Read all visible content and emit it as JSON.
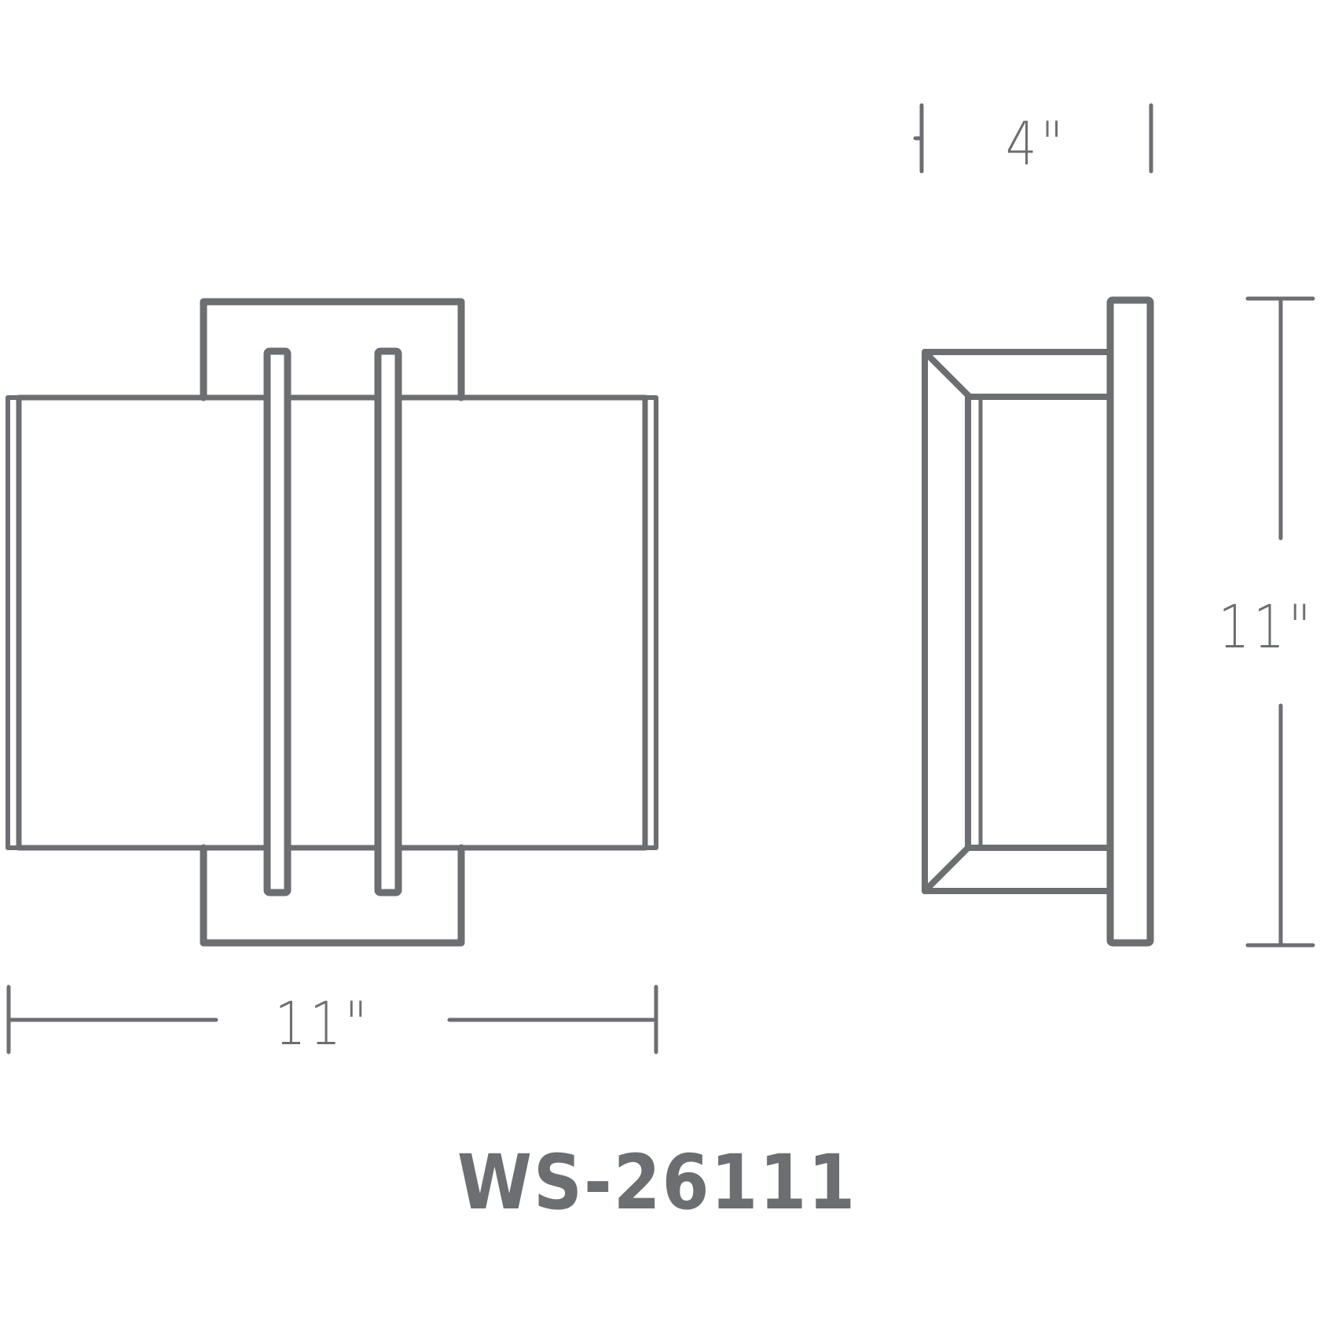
{
  "drawing": {
    "line_color": "#6d6e71",
    "background": "#ffffff",
    "model_number": "WS-26111",
    "front_view": {
      "width_label": "11\""
    },
    "side_view": {
      "depth_label": "4\"",
      "height_label": "11\""
    }
  }
}
